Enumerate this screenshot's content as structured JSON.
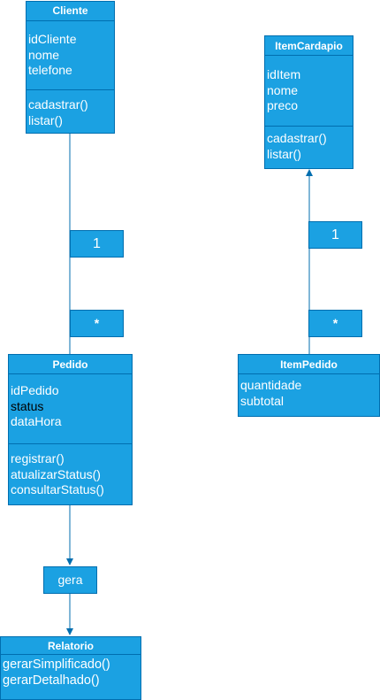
{
  "colors": {
    "fill": "#1ba1e2",
    "stroke": "#006eaf",
    "text": "#ffffff"
  },
  "classes": {
    "cliente": {
      "name": "Cliente",
      "attributes": [
        "idCliente",
        "nome",
        "telefone"
      ],
      "operations": [
        "cadastrar()",
        "listar()"
      ]
    },
    "itemcardapio": {
      "name": "ItemCardapio",
      "attributes": [
        "idItem",
        "nome",
        "preco"
      ],
      "operations": [
        "cadastrar()",
        "listar()"
      ]
    },
    "pedido": {
      "name": "Pedido",
      "attributes": [
        "idPedido",
        "status",
        "dataHora"
      ],
      "operations": [
        "registrar()",
        "atualizarStatus()",
        "consultarStatus()"
      ]
    },
    "itempedido": {
      "name": "ItemPedido",
      "attributes": [
        "quantidade",
        "subtotal"
      ]
    },
    "relatorio": {
      "name": "Relatorio",
      "operations": [
        "gerarSimplificado()",
        "gerarDetalhado()"
      ]
    }
  },
  "labels": {
    "cliente_mult_1": "1",
    "cliente_mult_many": "*",
    "item_mult_1": "1",
    "item_mult_many": "*",
    "gera": "gera"
  }
}
